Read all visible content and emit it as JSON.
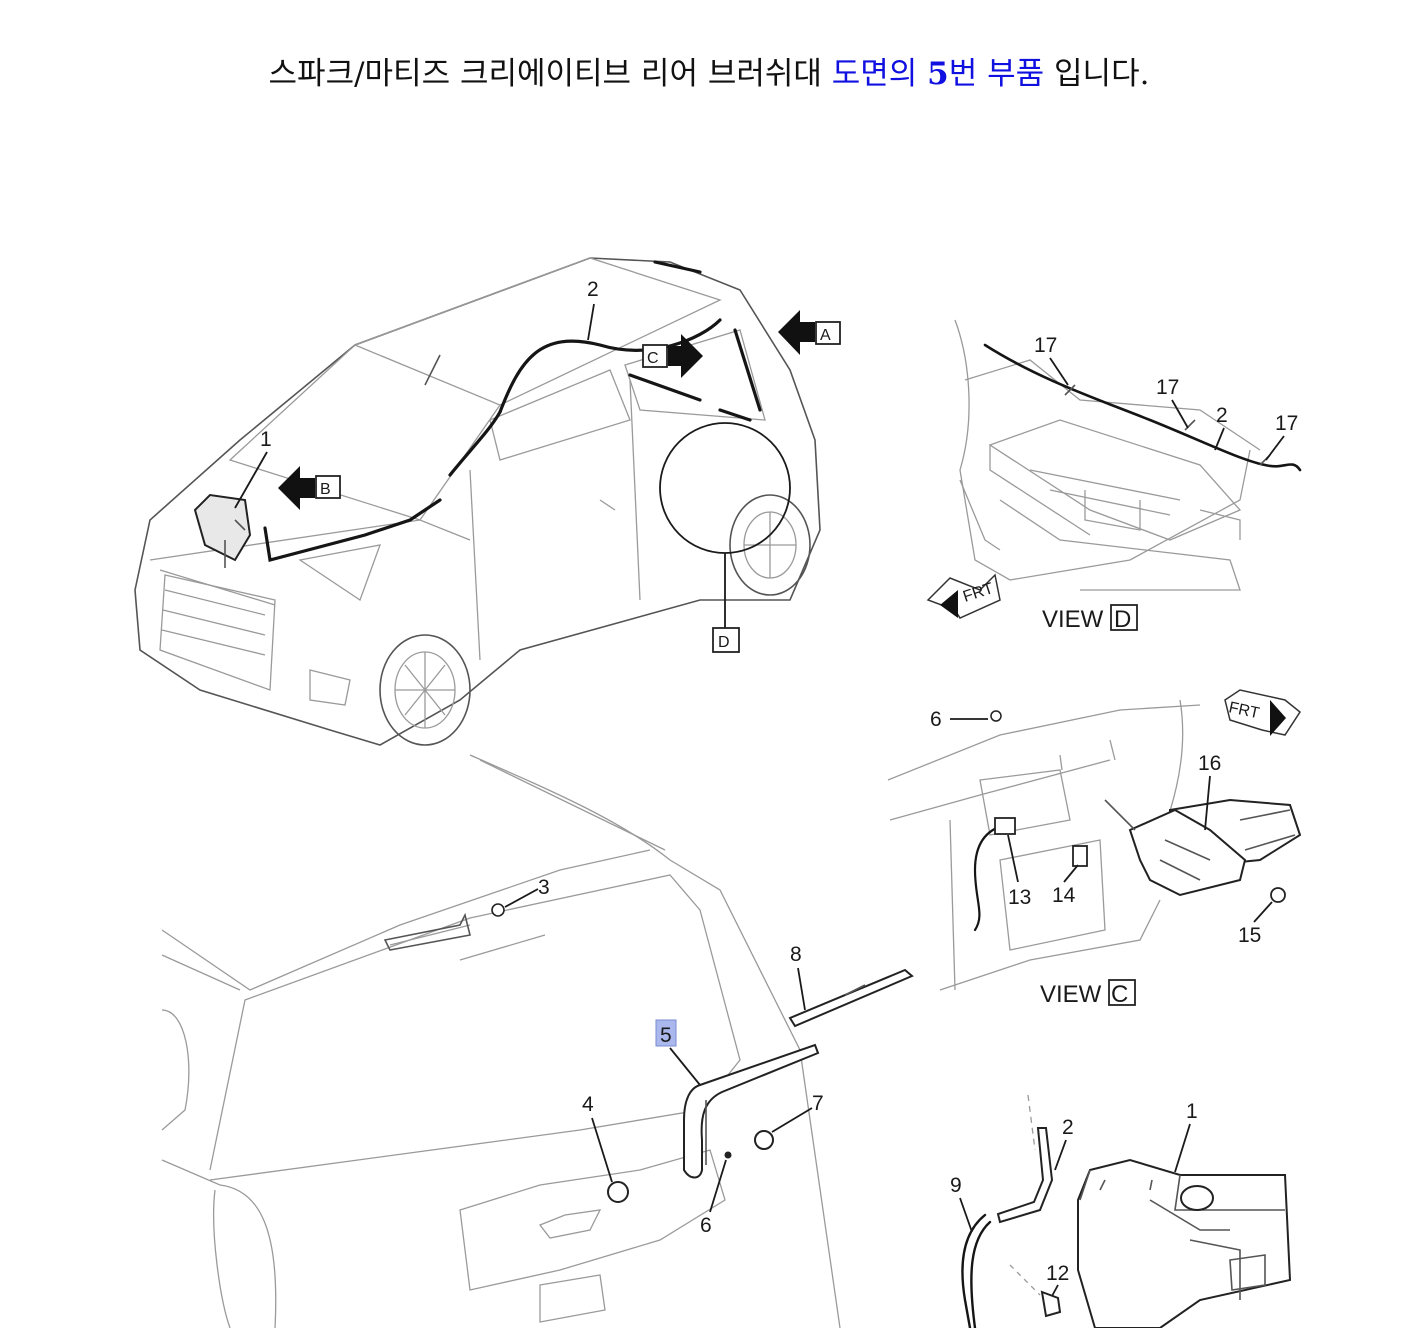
{
  "headline": {
    "part1": "스파크/마티즈 크리에이티브 리어 브러쉬대 ",
    "link_a": "도면의 ",
    "link_num": "5",
    "link_b": "번 부품",
    "part2": " 입니다."
  },
  "diagram": {
    "labels": {
      "main_2": "2",
      "main_1": "1",
      "arrow_a": "A",
      "arrow_b": "B",
      "arrow_c": "C",
      "circle_d": "D",
      "vd_17a": "17",
      "vd_17b": "17",
      "vd_17c": "17",
      "vd_2": "2",
      "view_word": "VIEW",
      "view_d_letter": "D",
      "view_c_letter": "C",
      "frt": "FRT",
      "vc_6": "6",
      "vc_16": "16",
      "vc_13": "13",
      "vc_14": "14",
      "vc_15": "15",
      "rear_3": "3",
      "rear_8": "8",
      "rear_5": "5",
      "rear_4": "4",
      "rear_7": "7",
      "rear_6": "6",
      "wash_2": "2",
      "wash_1": "1",
      "wash_9": "9",
      "wash_12": "12"
    },
    "highlight_color": "#aab8ee",
    "link_color": "#1010e0"
  }
}
